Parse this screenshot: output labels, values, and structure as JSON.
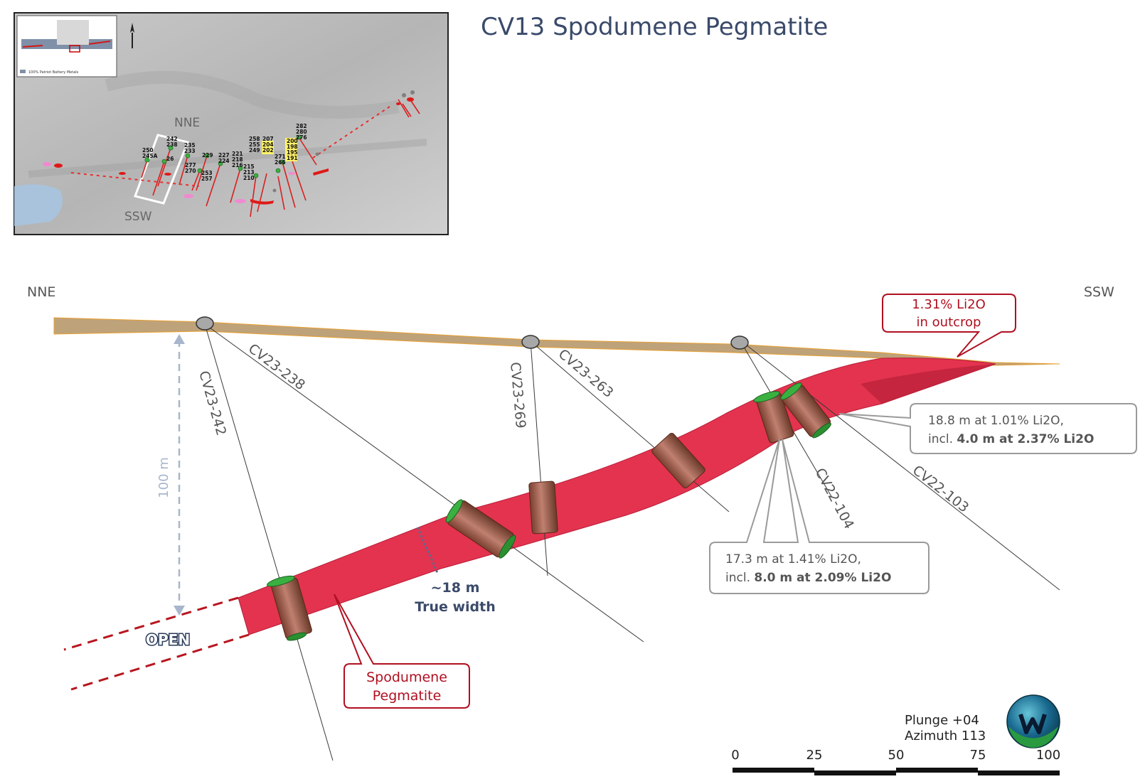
{
  "title": "CV13 Spodumene Pegmatite",
  "inset_map": {
    "direction_top": "NNE",
    "direction_bottom": "SSW",
    "legend_text": "100% Patriot Battery Metals",
    "hole_labels": [
      "250",
      "245A",
      "242",
      "238",
      "26",
      "235",
      "233",
      "229",
      "227",
      "224",
      "221",
      "218",
      "216",
      "215",
      "213",
      "210",
      "277",
      "270",
      "253",
      "257",
      "258",
      "255",
      "249",
      "207",
      "204",
      "202",
      "200",
      "198",
      "195",
      "191",
      "271",
      "266",
      "282",
      "280",
      "276"
    ]
  },
  "section": {
    "left_direction": "NNE",
    "right_direction": "SSW",
    "drill_holes": [
      "CV23-242",
      "CV23-238",
      "CV23-269",
      "CV23-263",
      "CV22-104",
      "CV22-103"
    ],
    "depth_label": "100 m",
    "open_label": "OPEN",
    "true_width_value": "~18 m",
    "true_width_label": "True width",
    "callouts": {
      "outcrop_line1": "1.31% Li2O",
      "outcrop_line2": "in outcrop",
      "upper_interval_line1": "18.8 m at 1.01% Li2O,",
      "upper_interval_line2_pre": "incl. ",
      "upper_interval_line2_bold": "4.0 m at 2.37% Li2O",
      "lower_interval_line1": "17.3 m at 1.41% Li2O,",
      "lower_interval_line2_pre": "incl. ",
      "lower_interval_line2_bold": "8.0 m at 2.09% Li2O",
      "pegmatite_line1": "Spodumene",
      "pegmatite_line2": "Pegmatite"
    },
    "view": {
      "plunge": "Plunge +04",
      "azimuth": "Azimuth 113"
    },
    "scale_bar": {
      "ticks": [
        "0",
        "25",
        "50",
        "75",
        "100"
      ]
    },
    "colors": {
      "pegmatite": "#e03050",
      "overburden": "#c0a070",
      "callout_red": "#b01020",
      "callout_grey": "#9a9a9a",
      "intercept": "#a06050"
    }
  }
}
